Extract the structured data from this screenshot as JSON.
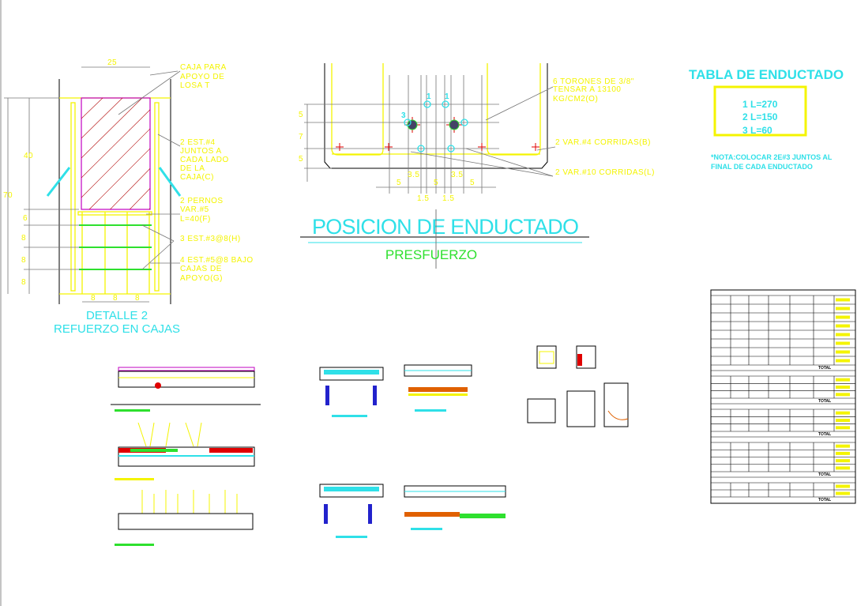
{
  "detail2": {
    "dim_top": "25",
    "dim_total": "70",
    "dim_box": "40",
    "dims_left": [
      "6",
      "8",
      "8",
      "8"
    ],
    "dims_bottom": [
      "8",
      "8",
      "8"
    ],
    "label_caja": [
      "CAJA PARA",
      "APOYO DE",
      "LOSA T"
    ],
    "label_est4": [
      "2 EST.#4",
      "JUNTOS A",
      "CADA LADO",
      "DE LA",
      "CAJA(C)"
    ],
    "label_pernos": [
      "2 PERNOS",
      "VAR.#5",
      "L=40(F)"
    ],
    "label_est3": "3 EST.#3@8(H)",
    "label_est5": [
      "4 EST.#5@8 BAJO",
      "CAJAS DE",
      "APOYO(G)"
    ],
    "title": "DETALLE 2",
    "subtitle": "REFUERZO EN CAJAS"
  },
  "posicion": {
    "label_torones": [
      "6 TORONES DE 3/8\"",
      "TENSAR A 13100",
      "KG/CM2(O)"
    ],
    "label_var4": "2 VAR.#4 CORRIDAS(B)",
    "label_var10": "2 VAR.#10 CORRIDAS(L)",
    "dims_left": [
      "5",
      "7",
      "5"
    ],
    "dims_35": [
      "3.5",
      "3.5"
    ],
    "dims_5": [
      "5",
      "5",
      "5"
    ],
    "dims_15": [
      "1.5",
      "1.5"
    ],
    "markers": [
      "1",
      "1",
      "3"
    ],
    "title": "POSICION DE ENDUCTADO",
    "subtitle": "PRESFUERZO"
  },
  "tabla_enductado": {
    "title": "TABLA DE ENDUCTADO",
    "rows": [
      "1  L=270",
      "2  L=150",
      "3  L=60"
    ],
    "note": [
      "*NOTA:COLOCAR 2E#3 JUNTOS AL",
      "FINAL DE CADA ENDUCTADO"
    ]
  },
  "schedule_table": {
    "total_label": "TOTAL"
  },
  "colors": {
    "background": "#ffffff",
    "yellow": "#f4f400",
    "cyan": "#2fe0e8",
    "green": "#2ee02e",
    "magenta": "#c000c0",
    "red": "#e00000"
  }
}
